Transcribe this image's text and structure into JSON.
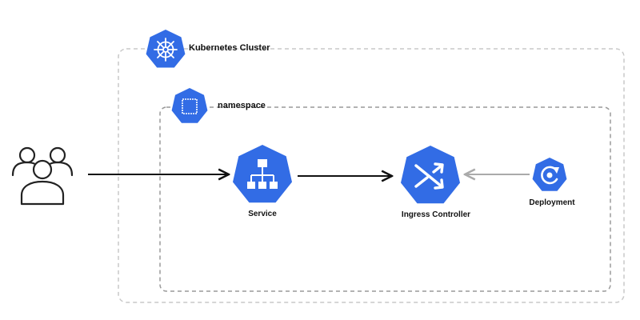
{
  "labels": {
    "cluster": "Kubernetes Cluster",
    "namespace": "namespace",
    "service": "Service",
    "ingress": "Ingress Controller",
    "deployment": "Deployment"
  },
  "colors": {
    "k8s_blue": "#326CE5",
    "line_dark": "#111111",
    "line_gray": "#AAAAAA",
    "border_dashed": "#C8C8C8"
  },
  "icons": {
    "users": "users-icon",
    "cluster": "helm-wheel-icon",
    "namespace": "square-icon",
    "service": "hierarchy-icon",
    "ingress": "shuffle-icon",
    "deployment": "refresh-icon"
  }
}
